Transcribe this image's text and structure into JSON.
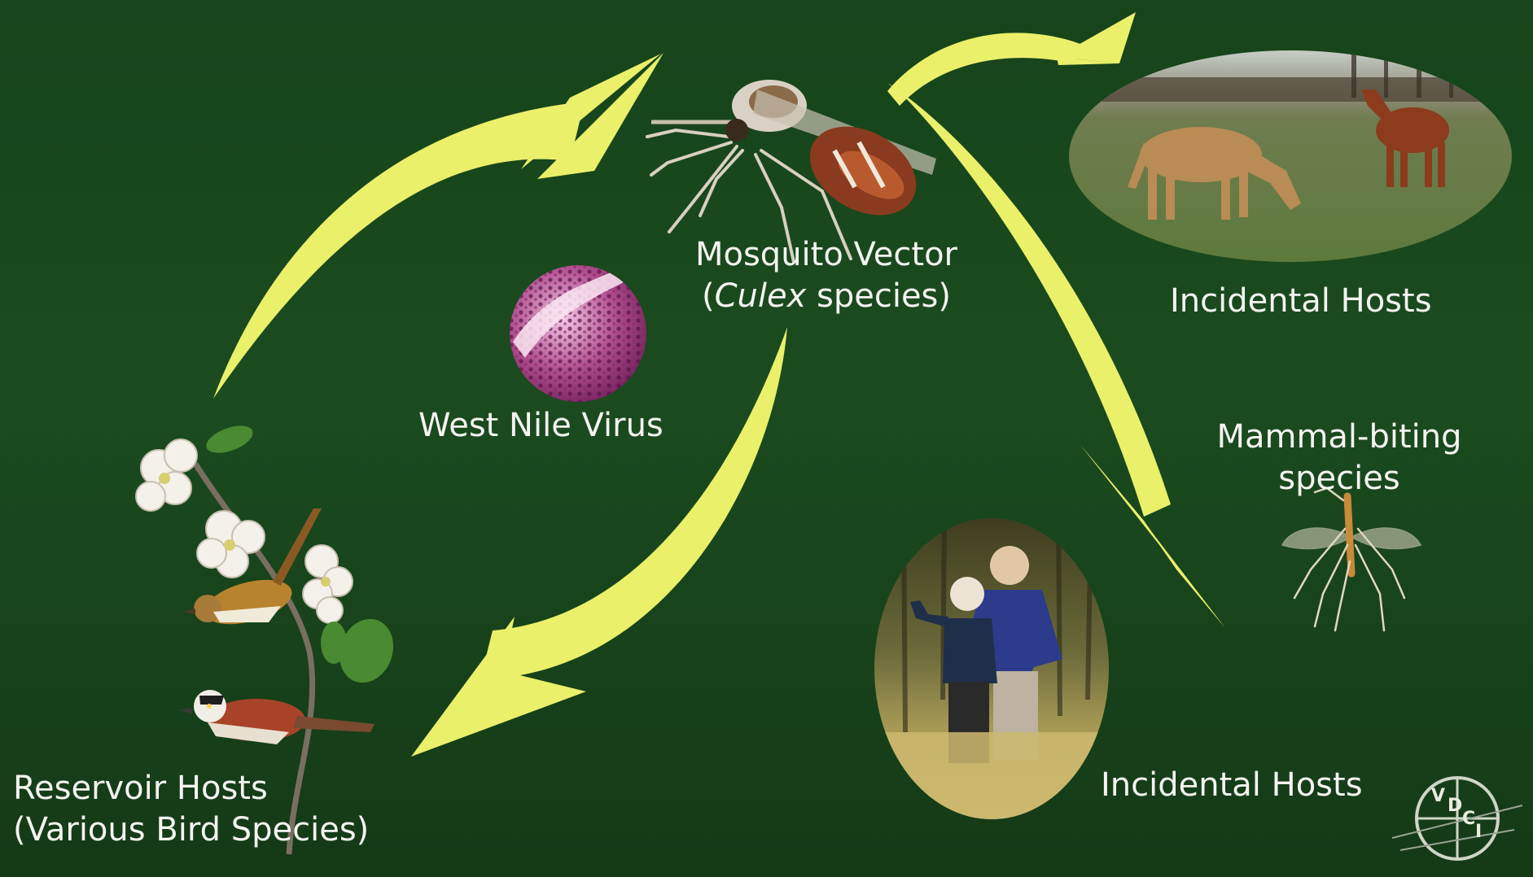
{
  "labels": {
    "mosquito_vector": {
      "line1": "Mosquito Vector",
      "line2_open": "(",
      "line2_italic": "Culex",
      "line2_rest": " species)"
    },
    "west_nile_virus": "West Nile Virus",
    "incidental_hosts_top": "Incidental Hosts",
    "mammal_biting": {
      "line1": "Mammal-biting",
      "line2": "species"
    },
    "incidental_hosts_bottom": "Incidental Hosts",
    "reservoir_hosts": {
      "line1": "Reservoir Hosts",
      "line2": "(Various Bird Species)"
    }
  },
  "logo": {
    "letters": [
      "V",
      "D",
      "C",
      "I"
    ]
  },
  "colors": {
    "background": "#1b4b1f",
    "arrow": "#eaf06a",
    "text": "#f4f4f0"
  }
}
